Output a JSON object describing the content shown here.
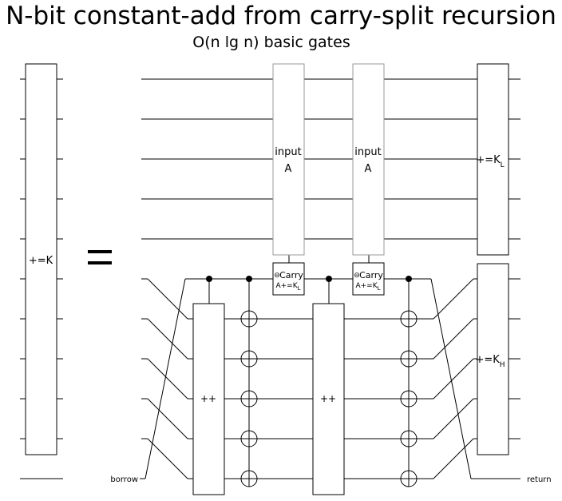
{
  "title": "N-bit constant-add from carry-split recursion",
  "subtitle": "O(n lg n) basic gates",
  "left_gate": {
    "label": "+=K"
  },
  "equals": "=",
  "input_a_1": {
    "line1": "input",
    "line2": "A"
  },
  "input_a_2": {
    "line1": "input",
    "line2": "A"
  },
  "carry_1": {
    "line1": "Carry",
    "line2": "A+=K",
    "sub": "L"
  },
  "carry_2": {
    "line1": "Carry",
    "line2": "A+=K",
    "sub": "L"
  },
  "increment_1": {
    "label": "++"
  },
  "increment_2": {
    "label": "++"
  },
  "add_kl": {
    "label": "+=K",
    "sub": "L"
  },
  "add_kh": {
    "label": "+=K",
    "sub": "H"
  },
  "borrow_label": "borrow",
  "return_label": "return"
}
